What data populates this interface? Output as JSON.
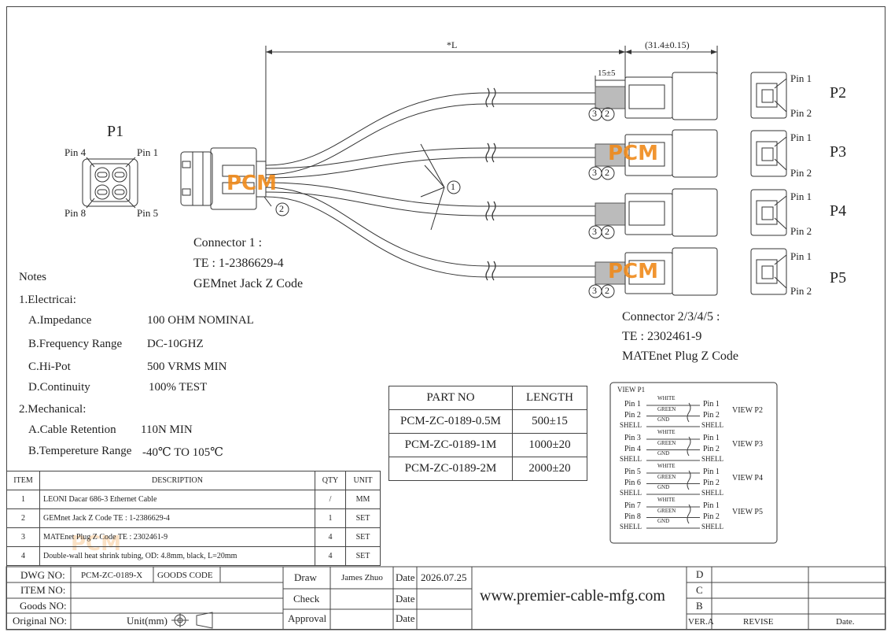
{
  "connectors": {
    "p1_title": "P1",
    "p1_pins": [
      "Pin 4",
      "Pin 1",
      "Pin 8",
      "Pin 5"
    ],
    "connector1_lines": [
      "Connector 1 :",
      "TE : 1-2386629-4",
      "GEMnet Jack Z Code"
    ],
    "connector2_lines": [
      "Connector 2/3/4/5 :",
      "TE : 2302461-9",
      "MATEnet Plug Z Code"
    ],
    "plugs": [
      {
        "name": "P2",
        "pin_top": "Pin 1",
        "pin_bottom": "Pin 2"
      },
      {
        "name": "P3",
        "pin_top": "Pin 1",
        "pin_bottom": "Pin 2"
      },
      {
        "name": "P4",
        "pin_top": "Pin 1",
        "pin_bottom": "Pin 2"
      },
      {
        "name": "P5",
        "pin_top": "Pin 1",
        "pin_bottom": "Pin 2"
      }
    ]
  },
  "dimensions": {
    "length": "*L",
    "connector_length": "(31.4±0.15)",
    "strip": "15±5"
  },
  "balloons": {
    "one": "1",
    "two": "2",
    "three": "3"
  },
  "watermark": "PCM",
  "notes": {
    "title": "Notes",
    "electrical_title": "1.Electricai:",
    "electrical": [
      {
        "label": "A.Impedance",
        "value": "100 OHM NOMINAL"
      },
      {
        "label": "B.Frequency Range",
        "value": "DC-10GHZ"
      },
      {
        "label": "C.Hi-Pot",
        "value": "500 VRMS MIN"
      },
      {
        "label": "D.Continuity",
        "value": "100% TEST"
      }
    ],
    "mechanical_title": "2.Mechanical:",
    "mechanical": [
      {
        "label": "A.Cable Retention",
        "value": "110N MIN"
      },
      {
        "label": "B.Tempereture Range",
        "value": "-40℃ TO 105℃"
      }
    ]
  },
  "part_table": {
    "headers": [
      "PART NO",
      "LENGTH"
    ],
    "rows": [
      [
        "PCM-ZC-0189-0.5M",
        "500±15"
      ],
      [
        "PCM-ZC-0189-1M",
        "1000±20"
      ],
      [
        "PCM-ZC-0189-2M",
        "2000±20"
      ]
    ]
  },
  "wiring": {
    "title": "VIEW P1",
    "groups": [
      {
        "view": "VIEW P2",
        "rows": [
          [
            "Pin 1",
            "WHITE",
            "Pin 1"
          ],
          [
            "Pin 2",
            "GREEN",
            "Pin 2"
          ],
          [
            "SHELL",
            "GND",
            "SHELL"
          ]
        ]
      },
      {
        "view": "VIEW P3",
        "rows": [
          [
            "Pin 3",
            "WHITE",
            "Pin 1"
          ],
          [
            "Pin 4",
            "GREEN",
            "Pin 2"
          ],
          [
            "SHELL",
            "GND",
            "SHELL"
          ]
        ]
      },
      {
        "view": "VIEW P4",
        "rows": [
          [
            "Pin 5",
            "WHITE",
            "Pin 1"
          ],
          [
            "Pin 6",
            "GREEN",
            "Pin 2"
          ],
          [
            "SHELL",
            "GND",
            "SHELL"
          ]
        ]
      },
      {
        "view": "VIEW P5",
        "rows": [
          [
            "Pin 7",
            "WHITE",
            "Pin 1"
          ],
          [
            "Pin 8",
            "GREEN",
            "Pin 2"
          ],
          [
            "SHELL",
            "GND",
            "SHELL"
          ]
        ]
      }
    ]
  },
  "bom": {
    "headers": [
      "ITEM",
      "DESCRIPTION",
      "QTY",
      "UNIT"
    ],
    "rows": [
      [
        "1",
        "LEONI Dacar 686-3 Ethernet Cable",
        "/",
        "MM"
      ],
      [
        "2",
        "GEMnet Jack Z Code TE : 1-2386629-4",
        "1",
        "SET"
      ],
      [
        "3",
        "MATEnet Plug Z Code TE : 2302461-9",
        "4",
        "SET"
      ],
      [
        "4",
        "Double-wall heat shrink tubing, OD: 4.8mm, black, L=20mm",
        "4",
        "SET"
      ]
    ]
  },
  "title_block": {
    "dwg_label": "DWG NO:",
    "dwg_value": "PCM-ZC-0189-X",
    "goods_code": "GOODS CODE",
    "item_label": "ITEM NO:",
    "goods_label": "Goods NO:",
    "original_label": "Original NO:",
    "unit": "Unit(mm)",
    "draw_label": "Draw",
    "draw_value": "James Zhuo",
    "check_label": "Check",
    "approval_label": "Approval",
    "date_label": "Date",
    "date_value": "2026.07.25",
    "website": "www.premier-cable-mfg.com",
    "revisions": [
      "D",
      "C",
      "B"
    ],
    "ver_label": "VER.A",
    "revise_label": "REVISE",
    "date_col": "Date."
  }
}
